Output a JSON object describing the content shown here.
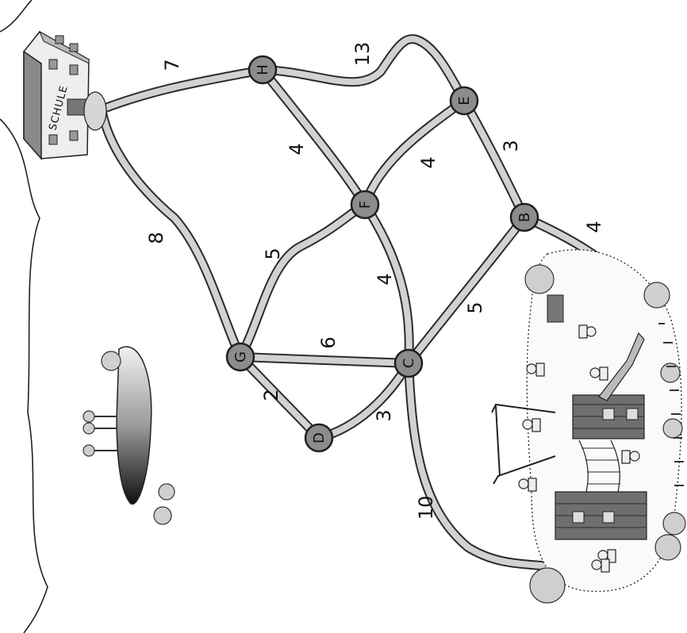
{
  "school": {
    "sign": "SCHULE"
  },
  "nodes": [
    {
      "id": "H",
      "label": "H"
    },
    {
      "id": "E",
      "label": "E"
    },
    {
      "id": "F",
      "label": "F"
    },
    {
      "id": "B",
      "label": "B"
    },
    {
      "id": "G",
      "label": "G"
    },
    {
      "id": "C",
      "label": "C"
    },
    {
      "id": "D",
      "label": "D"
    }
  ],
  "edges": [
    {
      "from": "Schule",
      "to": "H",
      "weight": "7"
    },
    {
      "from": "H",
      "to": "E",
      "weight": "13"
    },
    {
      "from": "H",
      "to": "F",
      "weight": "4"
    },
    {
      "from": "E",
      "to": "F",
      "weight": "4"
    },
    {
      "from": "E",
      "to": "B",
      "weight": "3"
    },
    {
      "from": "B",
      "to": "Spielplatz",
      "weight": "4"
    },
    {
      "from": "Schule",
      "to": "G",
      "weight": "8"
    },
    {
      "from": "G",
      "to": "F",
      "weight": "5"
    },
    {
      "from": "F",
      "to": "C",
      "weight": "4"
    },
    {
      "from": "G",
      "to": "C",
      "weight": "6"
    },
    {
      "from": "B",
      "to": "C",
      "weight": "5"
    },
    {
      "from": "G",
      "to": "D",
      "weight": "2"
    },
    {
      "from": "D",
      "to": "C",
      "weight": "3"
    },
    {
      "from": "C",
      "to": "Spielplatz",
      "weight": "10"
    }
  ],
  "colors": {
    "road": "#d2d2d2",
    "road_edge": "#2b2b2b",
    "node_fill": "#8c8c8c"
  }
}
